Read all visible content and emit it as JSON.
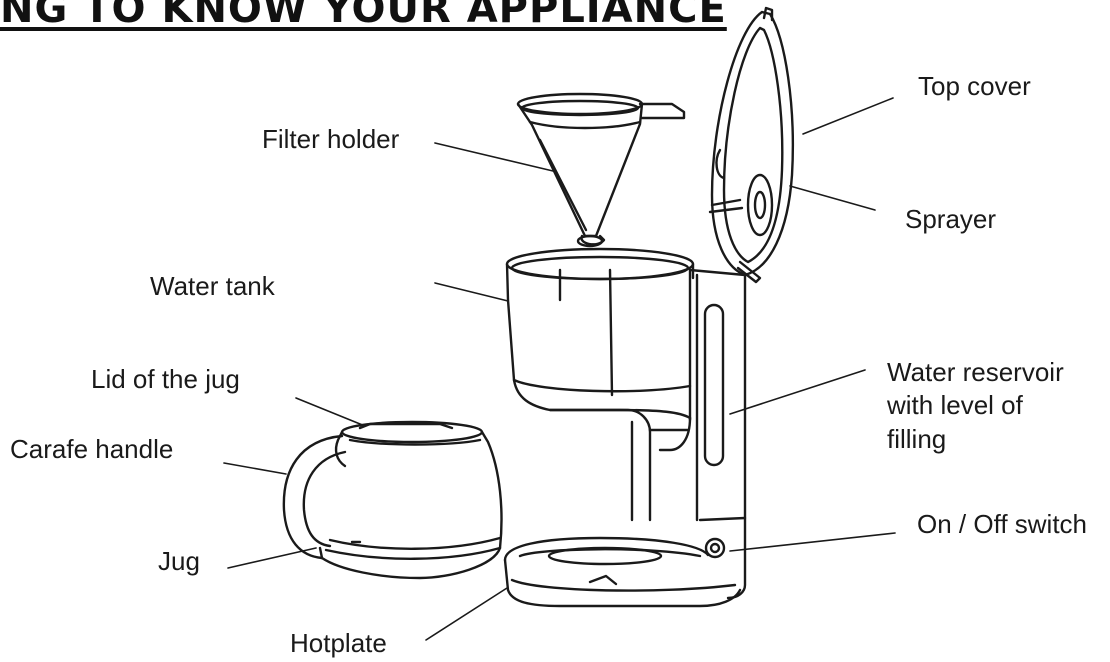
{
  "title": "NG TO KNOW YOUR APPLIANCE",
  "labels": {
    "top_cover": "Top cover",
    "filter_holder": "Filter holder",
    "sprayer": "Sprayer",
    "water_tank": "Water tank",
    "water_reservoir_1": "Water reservoir",
    "water_reservoir_2": "with level of",
    "water_reservoir_3": "filling",
    "lid_of_jug": "Lid of the jug",
    "carafe_handle": "Carafe handle",
    "on_off_switch": "On / Off switch",
    "jug": "Jug",
    "hotplate": "Hotplate"
  },
  "colors": {
    "line": "#1a1a1a",
    "text": "#1a1a1a"
  }
}
